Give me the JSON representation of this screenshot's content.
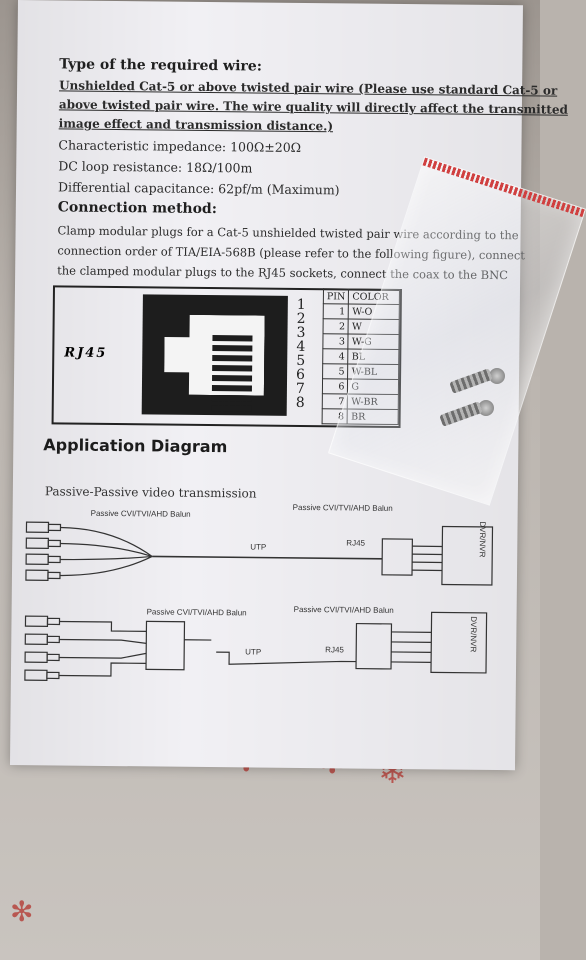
{
  "paper": {
    "section1_title": "Type of the required wire:",
    "wire_lines": [
      "Unshielded Cat-5 or above twisted pair wire (Please use standard Cat-5 or",
      "above twisted pair wire. The wire quality will directly affect the transmitted",
      "image effect and transmission distance.)"
    ],
    "specs": [
      "Characteristic impedance: 100Ω±20Ω",
      "DC loop resistance: 18Ω/100m",
      "Differential capacitance: 62pf/m (Maximum)"
    ],
    "section2_title": "Connection method:",
    "connection_lines": [
      "Clamp modular plugs for a Cat-5 unshielded twisted pair wire according to the",
      "connection order of TIA/EIA-568B (please refer to the following figure), connect",
      "the clamped modular plugs to the RJ45 sockets, connect the coax to the BNC"
    ],
    "rj45_label": "RJ45",
    "pin_numbers": "12345678",
    "pin_table": {
      "headers": [
        "PIN",
        "COLOR"
      ],
      "rows": [
        [
          "1",
          "W-O"
        ],
        [
          "2",
          "W"
        ],
        [
          "3",
          "W-G"
        ],
        [
          "4",
          "BL"
        ],
        [
          "5",
          "W-BL"
        ],
        [
          "6",
          "G"
        ],
        [
          "7",
          "W-BR"
        ],
        [
          "8",
          "BR"
        ]
      ]
    },
    "application_title": "Application Diagram",
    "passive_title": "Passive-Passive video transmission",
    "diagram": {
      "balun_label": "Passive CVI/TVI/AHD Balun",
      "utp_label": "UTP",
      "rj45_small": "RJ45",
      "dvr_label": "DVR/NVR"
    }
  },
  "colors": {
    "paper": "#f1f0f4",
    "ink": "#2b2b2b",
    "tablecloth": "#bcb6b0",
    "snowflake": "#b6453f"
  }
}
